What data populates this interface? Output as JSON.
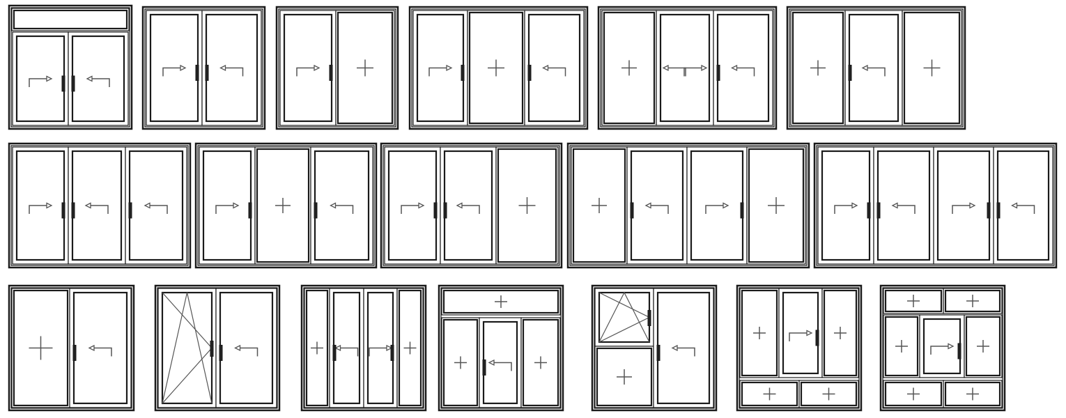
{
  "colors": {
    "line": "#1a1a1a",
    "symbol": "#555555",
    "background": "#ffffff"
  },
  "panel_types": {
    "fixed": "plus-symbol",
    "slide-right": "arrow-right-symbol",
    "slide-left": "arrow-left-symbol",
    "slide-split": "double-arrow-symbol",
    "tilt-turn": "tilt-turn-symbol"
  },
  "windows": [
    {
      "name": "window-transom-2-panel",
      "panels": [
        "fixed-blank",
        "slide-right",
        "slide-left"
      ]
    },
    {
      "name": "window-2-panel-a",
      "panels": [
        "slide-right",
        "slide-left"
      ]
    },
    {
      "name": "window-2-panel-b",
      "panels": [
        "slide-right",
        "fixed"
      ]
    },
    {
      "name": "window-3-panel-a",
      "panels": [
        "slide-right",
        "fixed",
        "slide-left"
      ]
    },
    {
      "name": "window-3-panel-b",
      "panels": [
        "fixed",
        "slide-split",
        "slide-left"
      ]
    },
    {
      "name": "window-3-panel-c",
      "panels": [
        "fixed",
        "slide-left",
        "fixed"
      ]
    },
    {
      "name": "door-3-panel-a",
      "panels": [
        "slide-right",
        "slide-left",
        "slide-left"
      ]
    },
    {
      "name": "door-3-panel-b",
      "panels": [
        "slide-right",
        "fixed",
        "slide-left"
      ]
    },
    {
      "name": "door-3-panel-c",
      "panels": [
        "slide-right",
        "slide-left",
        "fixed"
      ]
    },
    {
      "name": "door-4-panel-a",
      "panels": [
        "fixed",
        "slide-left",
        "slide-right",
        "fixed"
      ]
    },
    {
      "name": "door-4-panel-b",
      "panels": [
        "slide-right",
        "slide-left",
        "slide-right",
        "slide-left"
      ]
    },
    {
      "name": "door-fixed-slide",
      "panels": [
        "fixed",
        "slide-left"
      ]
    },
    {
      "name": "door-tilt-slide",
      "panels": [
        "tilt-turn",
        "slide-left"
      ]
    },
    {
      "name": "door-sidelights-double",
      "panels": [
        "fixed",
        "slide-left",
        "slide-right",
        "fixed"
      ]
    },
    {
      "name": "door-transom-sidelights",
      "panels": [
        "fixed",
        "fixed",
        "slide-left",
        "fixed"
      ]
    },
    {
      "name": "door-tilt-fixed-slide",
      "panels": [
        "tilt-turn",
        "fixed",
        "slide-left"
      ]
    },
    {
      "name": "window-center-slide-bottom-lights",
      "panels": [
        "fixed",
        "slide-right",
        "fixed",
        "fixed",
        "fixed"
      ]
    },
    {
      "name": "window-center-slide-top-bottom-lights",
      "panels": [
        "fixed",
        "fixed",
        "fixed",
        "slide-right",
        "fixed",
        "fixed",
        "fixed"
      ]
    }
  ]
}
